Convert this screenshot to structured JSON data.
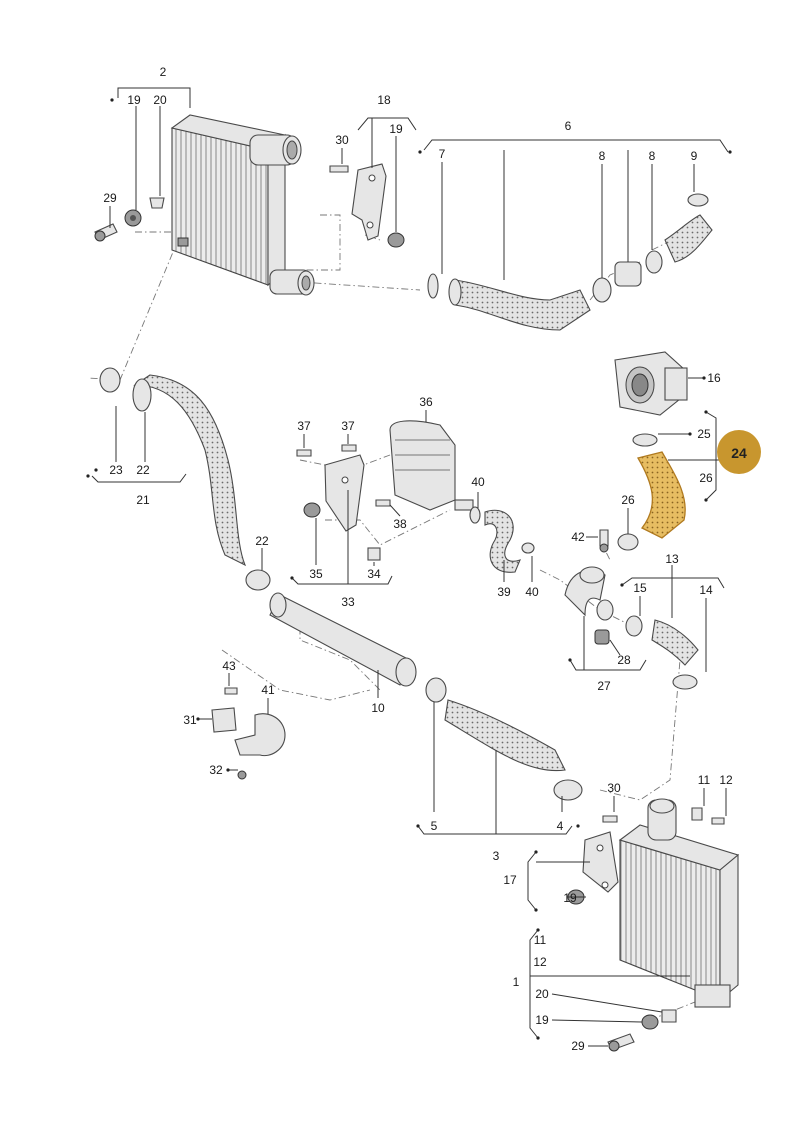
{
  "labels": {
    "l1": "1",
    "l2": "2",
    "l3": "3",
    "l4": "4",
    "l5": "5",
    "l6": "6",
    "l7": "7",
    "l8a": "8",
    "l8b": "8",
    "l9": "9",
    "l10": "10",
    "l11a": "11",
    "l11b": "11",
    "l12a": "12",
    "l12b": "12",
    "l13": "13",
    "l14": "14",
    "l15": "15",
    "l16": "16",
    "l17": "17",
    "l18": "18",
    "l19a": "19",
    "l19b": "19",
    "l19c": "19",
    "l19d": "19",
    "l20a": "20",
    "l20b": "20",
    "l21": "21",
    "l22a": "22",
    "l22b": "22",
    "l23": "23",
    "l25": "25",
    "l26a": "26",
    "l26b": "26",
    "l27": "27",
    "l28": "28",
    "l29a": "29",
    "l29b": "29",
    "l30a": "30",
    "l30b": "30",
    "l31": "31",
    "l32": "32",
    "l33": "33",
    "l34": "34",
    "l35": "35",
    "l36": "36",
    "l37a": "37",
    "l37b": "37",
    "l38": "38",
    "l39": "39",
    "l40a": "40",
    "l40b": "40",
    "l41": "41",
    "l42": "42",
    "l43": "43"
  },
  "highlight": {
    "label": "24",
    "color": "#c8962e",
    "part_color": "#e3b85a"
  }
}
